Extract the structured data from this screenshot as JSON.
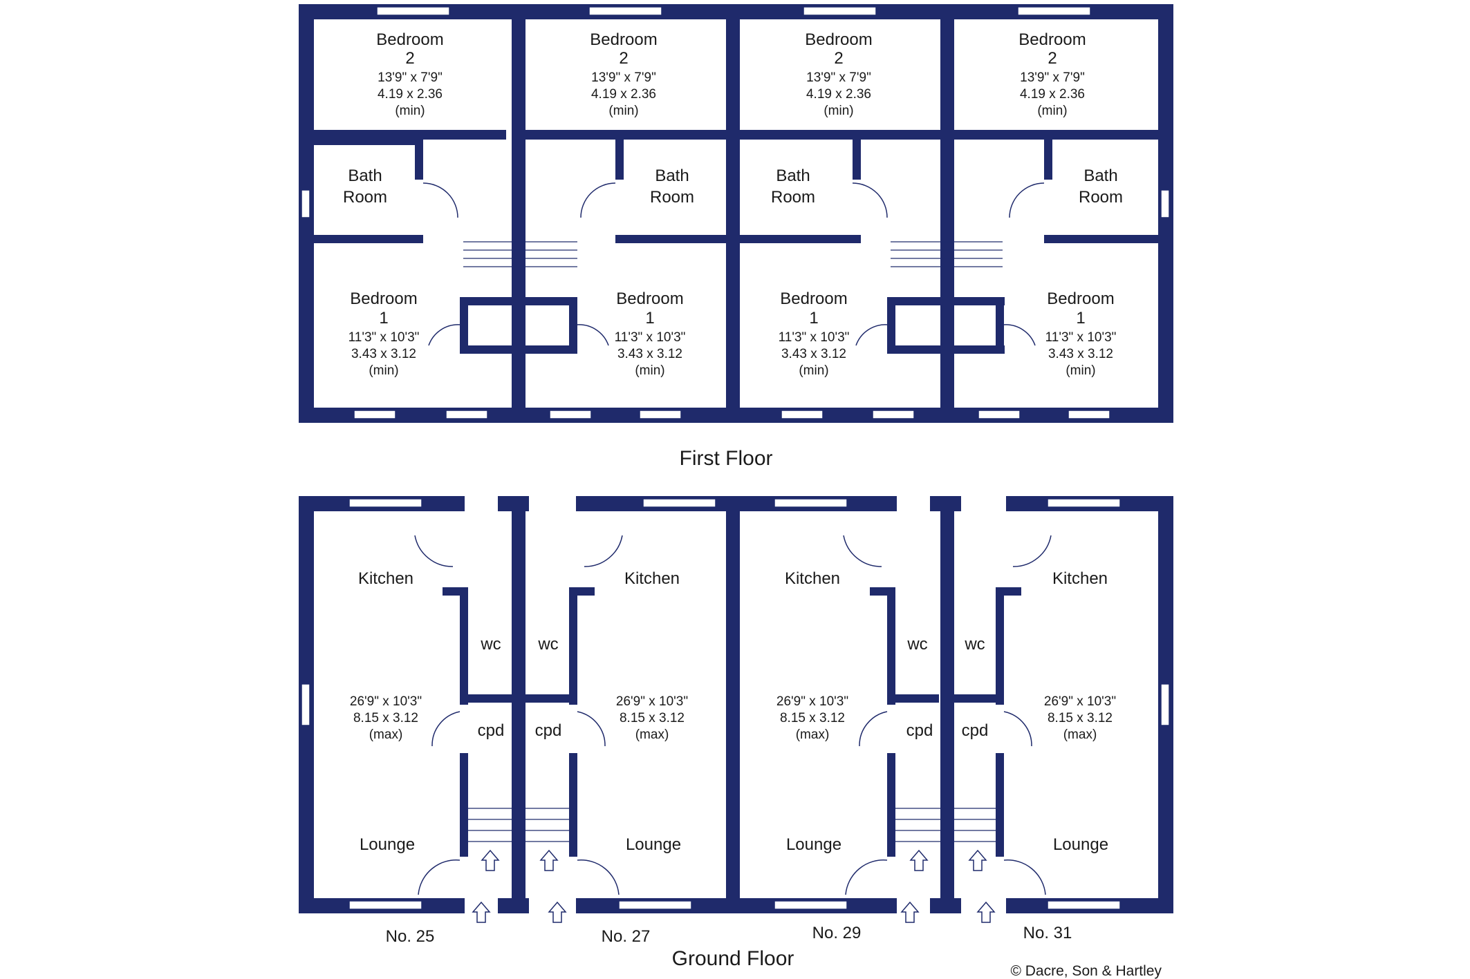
{
  "first_floor": {
    "title": "First Floor",
    "units": [
      {
        "bedroom2": {
          "name": [
            "Bedroom",
            "2"
          ],
          "size_imperial": "13'9\" x 7'9\"",
          "size_metric": "4.19 x 2.36",
          "note": "(min)"
        },
        "bathroom": [
          "Bath",
          "Room"
        ],
        "bedroom1": {
          "name": [
            "Bedroom",
            "1"
          ],
          "size_imperial": "11'3\" x 10'3\"",
          "size_metric": "3.43 x 3.12",
          "note": "(min)"
        }
      },
      {
        "bedroom2": {
          "name": [
            "Bedroom",
            "2"
          ],
          "size_imperial": "13'9\" x 7'9\"",
          "size_metric": "4.19 x 2.36",
          "note": "(min)"
        },
        "bathroom": [
          "Bath",
          "Room"
        ],
        "bedroom1": {
          "name": [
            "Bedroom",
            "1"
          ],
          "size_imperial": "11'3\" x 10'3\"",
          "size_metric": "3.43 x 3.12",
          "note": "(min)"
        }
      },
      {
        "bedroom2": {
          "name": [
            "Bedroom",
            "2"
          ],
          "size_imperial": "13'9\" x 7'9\"",
          "size_metric": "4.19 x 2.36",
          "note": "(min)"
        },
        "bathroom": [
          "Bath",
          "Room"
        ],
        "bedroom1": {
          "name": [
            "Bedroom",
            "1"
          ],
          "size_imperial": "11'3\" x 10'3\"",
          "size_metric": "3.43 x 3.12",
          "note": "(min)"
        }
      },
      {
        "bedroom2": {
          "name": [
            "Bedroom",
            "2"
          ],
          "size_imperial": "13'9\" x 7'9\"",
          "size_metric": "4.19 x 2.36",
          "note": "(min)"
        },
        "bathroom": [
          "Bath",
          "Room"
        ],
        "bedroom1": {
          "name": [
            "Bedroom",
            "1"
          ],
          "size_imperial": "11'3\" x 10'3\"",
          "size_metric": "3.43 x 3.12",
          "note": "(min)"
        }
      }
    ]
  },
  "ground_floor": {
    "title": "Ground Floor",
    "units": [
      {
        "number": "No. 25",
        "kitchen": "Kitchen",
        "wc": "wc",
        "cpd": "cpd",
        "lounge": "Lounge",
        "size_imperial": "26'9\" x 10'3\"",
        "size_metric": "8.15 x 3.12",
        "note": "(max)"
      },
      {
        "number": "No. 27",
        "kitchen": "Kitchen",
        "wc": "wc",
        "cpd": "cpd",
        "lounge": "Lounge",
        "size_imperial": "26'9\" x 10'3\"",
        "size_metric": "8.15 x 3.12",
        "note": "(max)"
      },
      {
        "number": "No. 29",
        "kitchen": "Kitchen",
        "wc": "wc",
        "cpd": "cpd",
        "lounge": "Lounge",
        "size_imperial": "26'9\" x 10'3\"",
        "size_metric": "8.15 x 3.12",
        "note": "(max)"
      },
      {
        "number": "No. 31",
        "kitchen": "Kitchen",
        "wc": "wc",
        "cpd": "cpd",
        "lounge": "Lounge",
        "size_imperial": "26'9\" x 10'3\"",
        "size_metric": "8.15 x 3.12",
        "note": "(max)"
      }
    ]
  },
  "copyright": "© Dacre, Son & Hartley",
  "colors": {
    "wall": "#1f2a6b",
    "background": "#ffffff"
  }
}
